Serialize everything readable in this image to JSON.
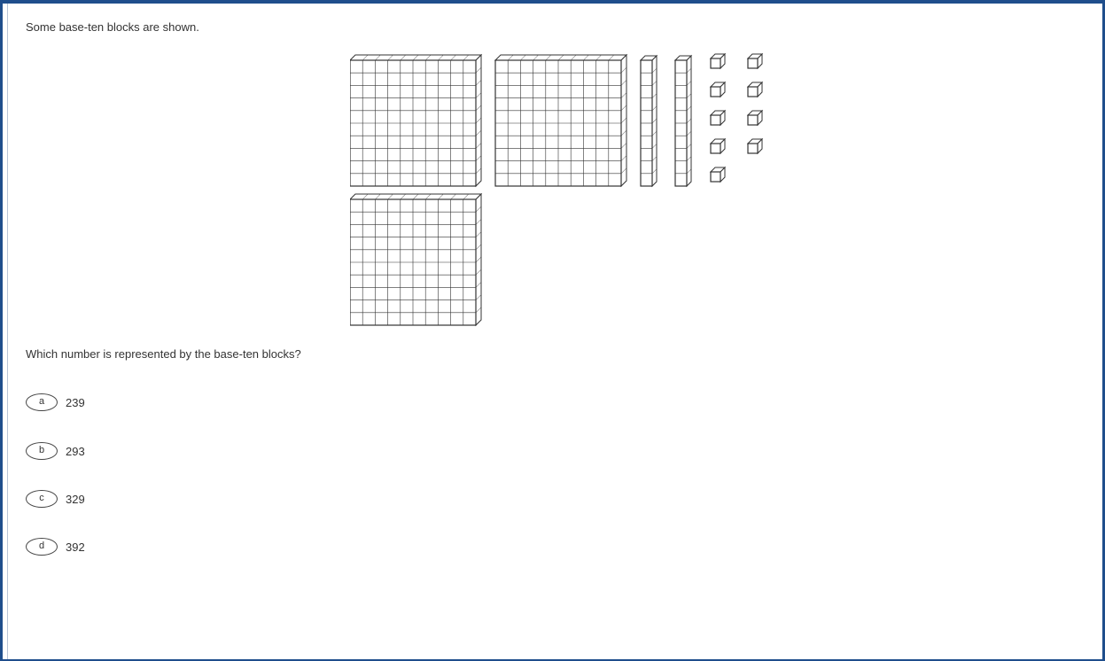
{
  "question": {
    "prompt": "Some base-ten blocks are shown.",
    "stem": "Which number is represented by the base-ten blocks?"
  },
  "blocks": {
    "hundreds": 3,
    "tens": 2,
    "ones": 9
  },
  "choices": [
    {
      "letter": "a",
      "value": "239"
    },
    {
      "letter": "b",
      "value": "293"
    },
    {
      "letter": "c",
      "value": "329"
    },
    {
      "letter": "d",
      "value": "392"
    }
  ],
  "colors": {
    "frame_border": "#1f4e8c",
    "text": "#333333",
    "block_stroke": "#333333"
  }
}
